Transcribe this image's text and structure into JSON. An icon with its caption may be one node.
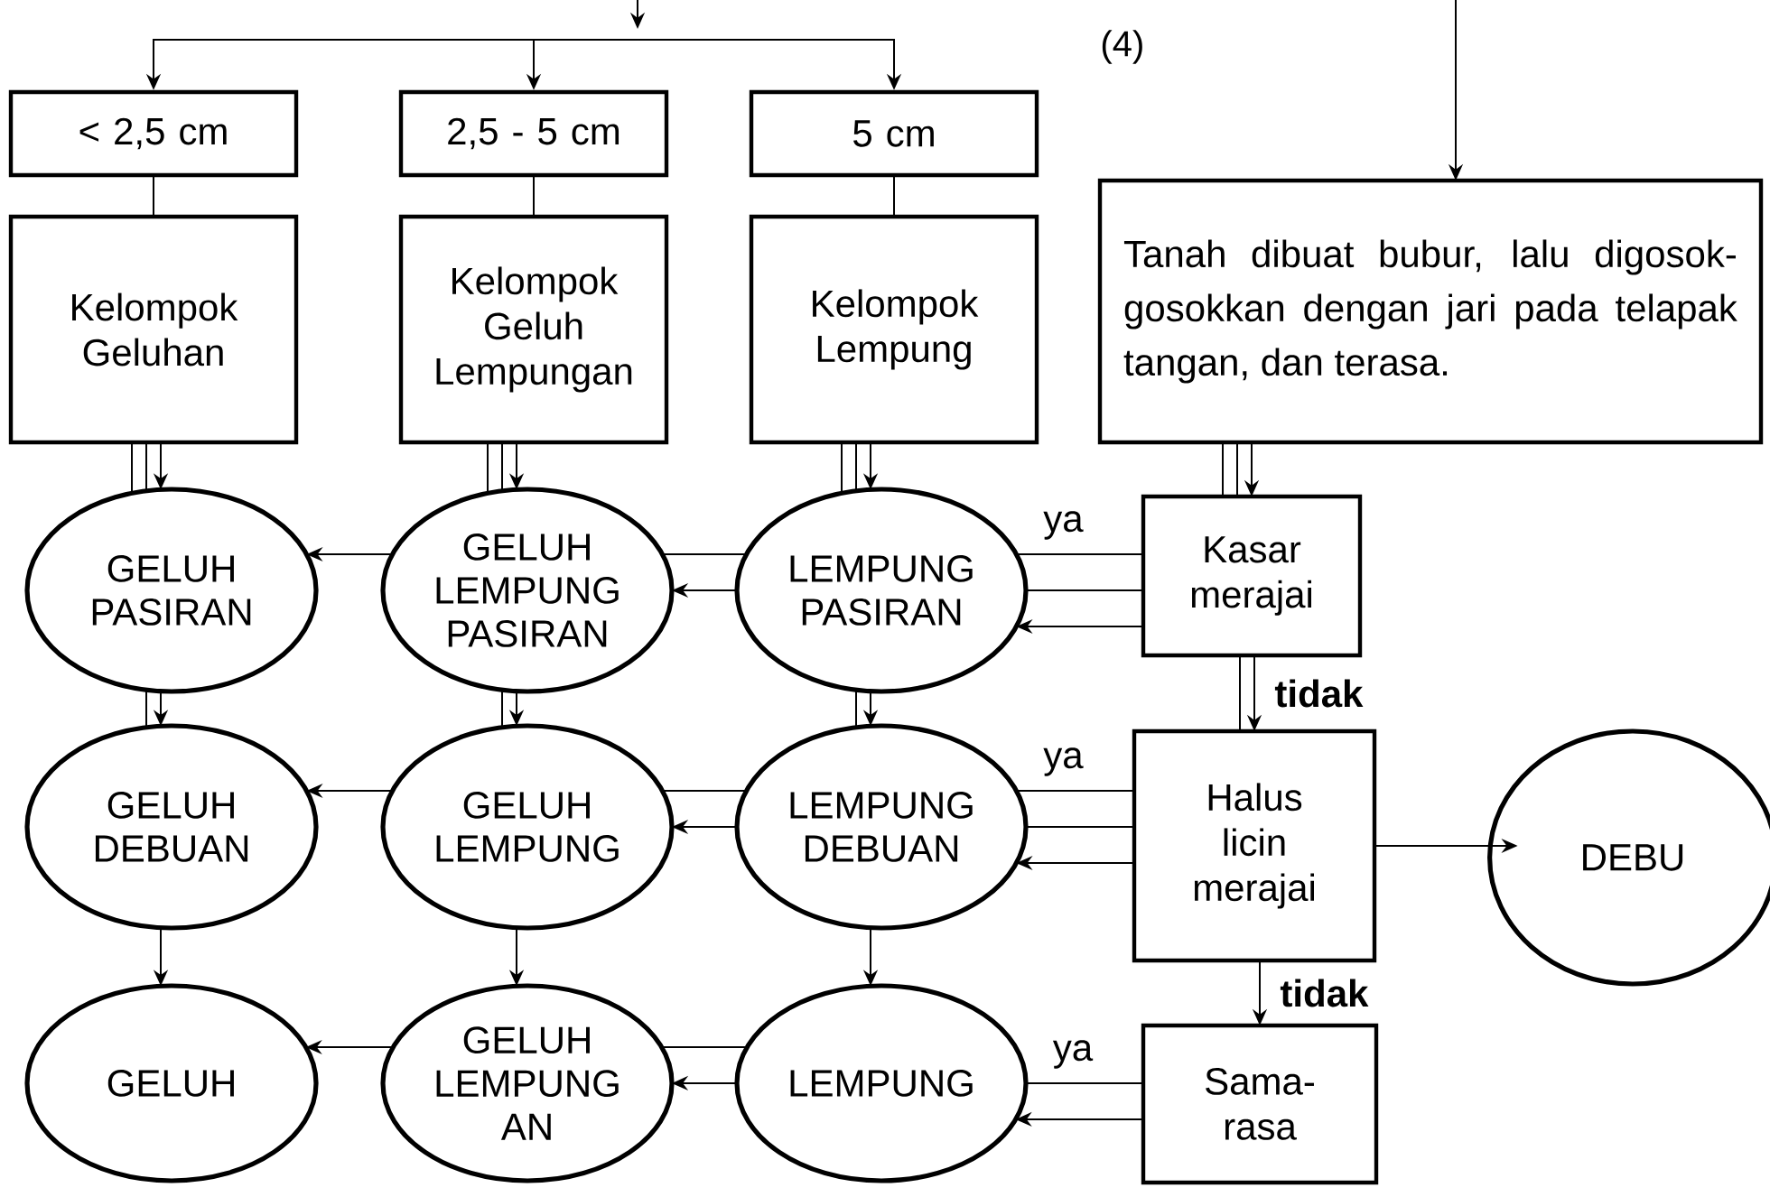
{
  "diagram": {
    "nodes": [
      {
        "text": [
          "< 2,5 cm"
        ]
      },
      {
        "text": [
          "2,5 - 5 cm"
        ]
      },
      {
        "text": [
          "5 cm"
        ]
      },
      {
        "text": [
          "Tanah dibuat bubur, lalu digosok-gosokkan dengan jari pada telapak tangan, dan terasa."
        ]
      },
      {
        "text": [
          "Kelompok Geluhan"
        ]
      },
      {
        "text": [
          "Kelompok Geluh Lempungan"
        ]
      },
      {
        "text": [
          "Kelompok Lempung"
        ]
      },
      {
        "text": [
          "GELUH PASIRAN"
        ]
      },
      {
        "text": [
          "GELUH LEMPUNG PASIRAN"
        ]
      },
      {
        "text": [
          "LEMPUNG PASIRAN"
        ]
      },
      {
        "text": [
          "Kasar merajai"
        ]
      },
      {
        "text": [
          "GELUH DEBUAN"
        ]
      },
      {
        "text": [
          "GELUH LEMPUNG"
        ]
      },
      {
        "text": [
          "LEMPUNG DEBUAN"
        ]
      },
      {
        "text": [
          "Halus licin merajai"
        ]
      },
      {
        "text": [
          "DEBU"
        ]
      },
      {
        "text": [
          "GELUH"
        ]
      },
      {
        "text": [
          "GELUH LEMPUNG AN"
        ]
      },
      {
        "text": [
          "LEMPUNG"
        ]
      },
      {
        "text": [
          "Sama- rasa"
        ]
      }
    ],
    "edges": [
      {
        "from": null,
        "to": 0,
        "arrow": "to"
      },
      {
        "from": null,
        "to": 1,
        "arrow": "to"
      },
      {
        "from": null,
        "to": 2,
        "arrow": "to"
      },
      {
        "from": null,
        "to": 3,
        "arrow": "to"
      },
      {
        "from": 0,
        "to": 4,
        "arrow": "none"
      },
      {
        "from": 1,
        "to": 5,
        "arrow": "none"
      },
      {
        "from": 2,
        "to": 6,
        "arrow": "none"
      },
      {
        "from": 4,
        "to": 7,
        "arrow": "to"
      },
      {
        "from": 7,
        "to": 11,
        "arrow": "to"
      },
      {
        "from": 11,
        "to": 16,
        "arrow": "to"
      },
      {
        "from": 5,
        "to": 8,
        "arrow": "to"
      },
      {
        "from": 8,
        "to": 12,
        "arrow": "to"
      },
      {
        "from": 12,
        "to": 17,
        "arrow": "to"
      },
      {
        "from": 6,
        "to": 9,
        "arrow": "to"
      },
      {
        "from": 9,
        "to": 13,
        "arrow": "to"
      },
      {
        "from": 13,
        "to": 18,
        "arrow": "to"
      },
      {
        "from": 3,
        "to": 10,
        "arrow": "to"
      },
      {
        "from": 10,
        "to": 9,
        "arrow": "to",
        "label": "ya"
      },
      {
        "from": 9,
        "to": 8,
        "arrow": "to"
      },
      {
        "from": 8,
        "to": 7,
        "arrow": "to"
      },
      {
        "from": 10,
        "to": 14,
        "arrow": "to",
        "label": "tidak"
      },
      {
        "from": 14,
        "to": 13,
        "arrow": "to",
        "label": "ya"
      },
      {
        "from": 13,
        "to": 12,
        "arrow": "to"
      },
      {
        "from": 12,
        "to": 11,
        "arrow": "to"
      },
      {
        "from": 14,
        "to": 15,
        "arrow": "to"
      },
      {
        "from": 14,
        "to": 19,
        "arrow": "to",
        "label": "tidak"
      },
      {
        "from": 19,
        "to": 18,
        "arrow": "to",
        "label": "ya"
      },
      {
        "from": 18,
        "to": 17,
        "arrow": "to"
      },
      {
        "from": 17,
        "to": 16,
        "arrow": "to"
      }
    ],
    "labels": [
      "(4)"
    ]
  }
}
